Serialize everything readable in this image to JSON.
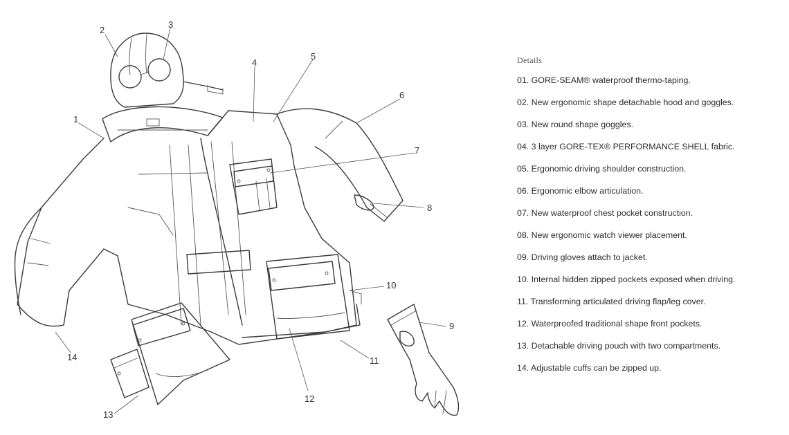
{
  "details": {
    "title": "Details",
    "items": [
      "01. GORE-SEAM® waterproof thermo-taping.",
      "02. New ergonomic shape detachable hood and goggles.",
      "03. New round shape goggles.",
      "04. 3 layer GORE-TEX® PERFORMANCE SHELL fabric.",
      "05. Ergonomic driving shoulder construction.",
      "06. Ergonomic elbow articulation.",
      "07. New waterproof chest pocket construction.",
      "08. New ergonomic watch viewer placement.",
      "09. Driving gloves attach to jacket.",
      "10. Internal hidden zipped pockets exposed when driving.",
      "11. Transforming articulated driving flap/leg cover.",
      "12. Waterproofed traditional shape front pockets.",
      "13. Detachable driving pouch with two compartments.",
      "14. Adjustable cuffs can be zipped up."
    ]
  },
  "callouts": [
    "1",
    "2",
    "3",
    "4",
    "5",
    "6",
    "7",
    "8",
    "9",
    "10",
    "11",
    "12",
    "13",
    "14"
  ]
}
